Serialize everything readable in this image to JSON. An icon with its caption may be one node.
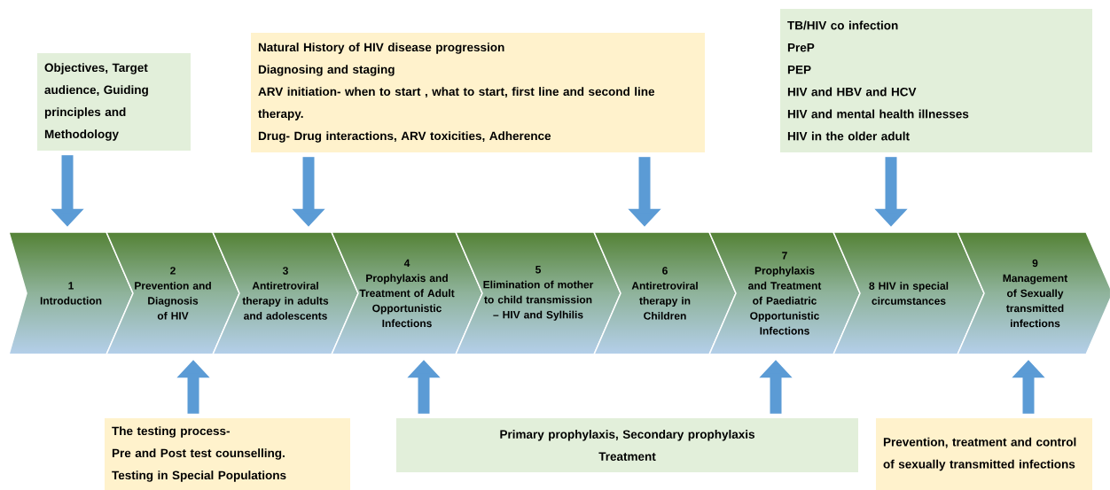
{
  "diagram": {
    "nodes": [
      {
        "text": [
          "Objectives, Target audience, Guiding principles and Methodology"
        ]
      },
      {
        "text": [
          "Natural History of HIV disease progression",
          "Diagnosing and staging",
          "ARV initiation- when to start , what to start, first line and second line therapy.",
          "Drug- Drug interactions, ARV toxicities, Adherence"
        ]
      },
      {
        "text": [
          "TB/HIV co infection",
          "PreP",
          "PEP",
          "HIV and HBV and HCV",
          "HIV and mental health illnesses",
          "HIV in the older adult"
        ]
      },
      {
        "text": [
          "1",
          "Introduction"
        ]
      },
      {
        "text": [
          "2",
          "Prevention and Diagnosis of HIV"
        ]
      },
      {
        "text": [
          "3",
          "Antiretroviral therapy in adults and adolescents"
        ]
      },
      {
        "text": [
          "4",
          "Prophylaxis and Treatment of Adult Opportunistic Infections"
        ]
      },
      {
        "text": [
          "5",
          "Elimination of mother to child transmission – HIV and Sylhilis"
        ]
      },
      {
        "text": [
          "6",
          "Antiretroviral therapy in Children"
        ]
      },
      {
        "text": [
          "7",
          "Prophylaxis and Treatment of Paediatric Opportunistic Infections"
        ]
      },
      {
        "text": [
          "8 HIV in special circumstances"
        ]
      },
      {
        "text": [
          "9",
          "Management of Sexually transmitted infections"
        ]
      },
      {
        "text": [
          "The testing process-",
          "Pre and Post test counselling.",
          "Testing in Special Populations"
        ]
      },
      {
        "text": [
          "Primary prophylaxis,  Secondary prophylaxis",
          "Treatment"
        ]
      },
      {
        "text": [
          "Prevention, treatment and control of sexually transmitted infections"
        ]
      }
    ],
    "edges": [
      {
        "from": 0,
        "to": 3,
        "arrow": "to"
      },
      {
        "from": 1,
        "to": 5,
        "arrow": "to"
      },
      {
        "from": 1,
        "to": 8,
        "arrow": "to"
      },
      {
        "from": 2,
        "to": 10,
        "arrow": "to"
      },
      {
        "from": 12,
        "to": 4,
        "arrow": "to"
      },
      {
        "from": 13,
        "to": 6,
        "arrow": "to"
      },
      {
        "from": 13,
        "to": 9,
        "arrow": "to"
      },
      {
        "from": 14,
        "to": 11,
        "arrow": "to"
      }
    ]
  }
}
